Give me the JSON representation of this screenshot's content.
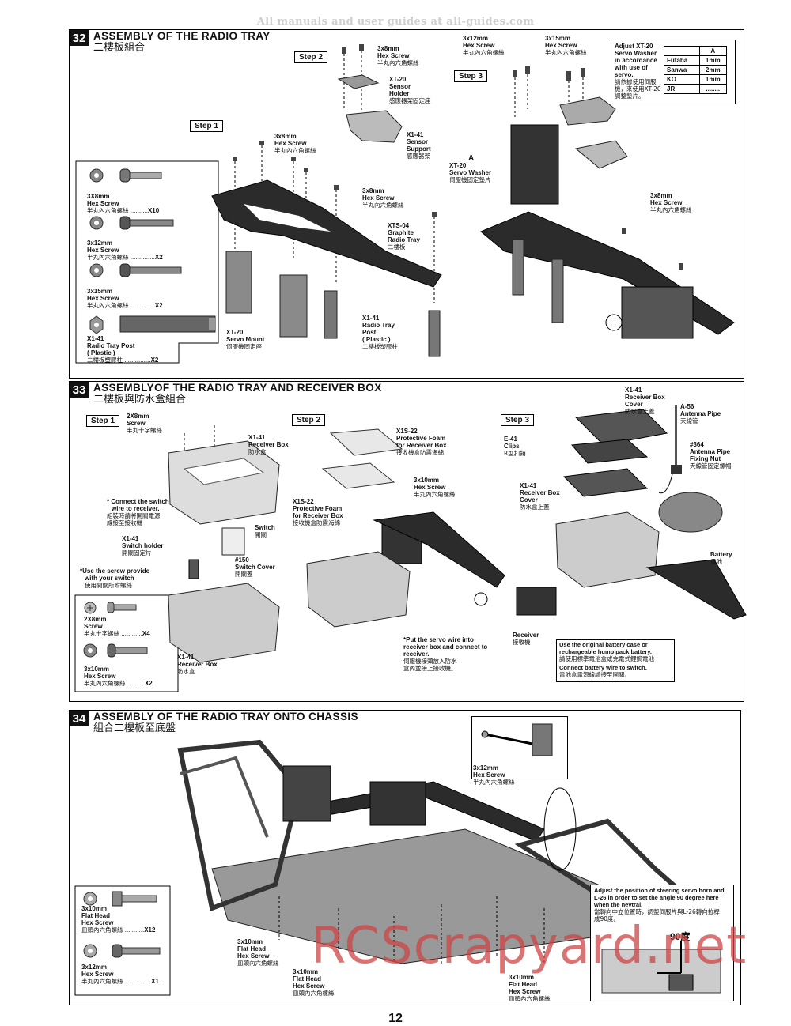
{
  "header": {
    "watermark": "All manuals and user guides at all-guides.com"
  },
  "s32": {
    "num": "32",
    "title": "ASSEMBLY OF THE RADIO TRAY",
    "title_cn": "二樓板組合",
    "step1": "Step 1",
    "step2": "Step 2",
    "step3": "Step 3",
    "parts": [
      {
        "name": "3X8mm",
        "type": "Hex Screw",
        "cn": "半丸內六角螺絲",
        "qty": "X10"
      },
      {
        "name": "3x12mm",
        "type": "Hex Screw",
        "cn": "半丸內六角螺絲",
        "qty": "X2"
      },
      {
        "name": "3x15mm",
        "type": "Hex Screw",
        "cn": "半丸內六角螺絲",
        "qty": "X2"
      },
      {
        "name": "X1-41",
        "type": "Radio Tray Post",
        "type2": "( Plastic )",
        "cn": "二樓板塑膠柱",
        "qty": "X2"
      }
    ],
    "l_hex1": {
      "a": "3x8mm",
      "b": "Hex Screw",
      "cn": "半丸內六角螺絲"
    },
    "l_hex2": {
      "a": "3x8mm",
      "b": "Hex Screw",
      "cn": "半丸內六角螺絲"
    },
    "l_hex3": {
      "a": "3x8mm",
      "b": "Hex Screw",
      "cn": "半丸內六角螺絲"
    },
    "l_hex4": {
      "a": "3x8mm",
      "b": "Hex Screw",
      "cn": "半丸內六角螺絲"
    },
    "l_hex12": {
      "a": "3x12mm",
      "b": "Hex Screw",
      "cn": "半丸內六角螺絲"
    },
    "l_hex15": {
      "a": "3x15mm",
      "b": "Hex Screw",
      "cn": "半丸內六角螺絲"
    },
    "l_sensor_holder": {
      "a": "XT-20",
      "b": "Sensor",
      "c": "Holder",
      "cn": "感應器架固定座"
    },
    "l_sensor_support": {
      "a": "X1-41",
      "b": "Sensor",
      "c": "Support",
      "cn": "感應器架"
    },
    "l_graphite": {
      "a": "XTS-04",
      "b": "Graphite",
      "c": "Radio Tray",
      "cn": "二樓板"
    },
    "l_post": {
      "a": "X1-41",
      "b": "Radio Tray",
      "c": "Post",
      "d": "( Plastic )",
      "cn": "二樓板塑膠柱"
    },
    "l_servo_mount": {
      "a": "XT-20",
      "b": "Servo Mount",
      "cn": "伺服機固定座"
    },
    "l_servo_washer": {
      "m": "A",
      "a": "XT-20",
      "b": "Servo Washer",
      "cn": "伺服機固定墊片"
    },
    "adjust": {
      "l1": "Adjust XT-20",
      "l2": "Servo Washer",
      "l3": "in accordance",
      "l4": "with use of",
      "l5": "servo.",
      "cn1": "請依據使用伺服",
      "cn2": "機，來使用XT-20",
      "cn3": "調整墊片。"
    },
    "table": {
      "head": "A",
      "rows": [
        [
          "Futaba",
          "1mm"
        ],
        [
          "Sanwa",
          "2mm"
        ],
        [
          "KO",
          "1mm"
        ],
        [
          "JR",
          "........"
        ]
      ]
    }
  },
  "s33": {
    "num": "33",
    "title": "ASSEMBLYOF THE RADIO TRAY AND RECEIVER BOX",
    "title_cn": "二樓板與防水盒組合",
    "step1": "Step 1",
    "step2": "Step 2",
    "step3": "Step 3",
    "parts": [
      {
        "name": "2X8mm",
        "type": "Screw",
        "cn": "半丸十字螺絲",
        "qty": "X4"
      },
      {
        "name": "3x10mm",
        "type": "Hex Screw",
        "cn": "半丸內六角螺絲",
        "qty": "X2"
      }
    ],
    "l_2x8": {
      "a": "2X8mm",
      "b": "Screw",
      "cn": "半丸十字螺絲"
    },
    "l_rbox1": {
      "a": "X1-41",
      "b": "Receiver Box",
      "cn": "防水盒"
    },
    "l_connect": {
      "a": "* Connect the switch",
      "b": "wire to receiver.",
      "cn1": "組裝時請將開關電源",
      "cn2": "線接至接收機"
    },
    "l_switch": {
      "a": "Switch",
      "cn": "開關"
    },
    "l_holder": {
      "a": "X1-41",
      "b": "Switch holder",
      "cn": "開關固定片"
    },
    "l_useScrew": {
      "a": "*Use the screw provide",
      "b": "with your switch",
      "cn": "使用開關所附螺絲"
    },
    "l_cover150": {
      "a": "#150",
      "b": "Switch Cover",
      "cn": "開關蓋"
    },
    "l_rbox2": {
      "a": "X1-41",
      "b": "Receiver Box",
      "cn": "防水盒"
    },
    "l_foam1": {
      "a": "X1S-22",
      "b": "Protective Foam",
      "c": "for Receiver Box",
      "cn": "接收機盒防震海綿"
    },
    "l_foam2": {
      "a": "X1S-22",
      "b": "Protective Foam",
      "c": "for Receiver Box",
      "cn": "接收機盒防震海綿"
    },
    "l_hex10": {
      "a": "3x10mm",
      "b": "Hex Screw",
      "cn": "半丸內六角螺絲"
    },
    "l_putservo": {
      "a": "*Put the servo wire into",
      "b": "receiver box and connect to",
      "c": "receiver.",
      "cn1": "伺服機接頭放入防水",
      "cn2": "盒內並接上接收機。"
    },
    "l_cover_top": {
      "a": "X1-41",
      "b": "Receiver Box",
      "c": "Cover",
      "cn": "防水盒上蓋"
    },
    "l_antenna": {
      "a": "A-56",
      "b": "Antenna Pipe",
      "cn": "天線管"
    },
    "l_clips": {
      "a": "E-41",
      "b": "Clips",
      "cn": "R型扣銷"
    },
    "l_nut": {
      "a": "#364",
      "b": "Antenna Pipe",
      "c": "Fixing Nut",
      "cn": "天線管固定螺帽"
    },
    "l_cover_bot": {
      "a": "X1-41",
      "b": "Receiver Box",
      "c": "Cover",
      "cn": "防水盒上蓋"
    },
    "l_battery": {
      "a": "Battery",
      "cn": "電池"
    },
    "l_receiver": {
      "a": "Receiver",
      "cn": "接收機"
    },
    "battery_note": {
      "l1": "Use the original battery case or",
      "l2": "rechargeable hump pack battery.",
      "cn1": "請使用標準電池盒或充電式鋰鋼電池",
      "l3": "Connect battery wire to switch.",
      "cn2": "電池盒電源線請接至開關。"
    }
  },
  "s34": {
    "num": "34",
    "title": "ASSEMBLY OF THE RADIO TRAY ONTO CHASSIS",
    "title_cn": "組合二樓板至底盤",
    "parts": [
      {
        "name": "3x10mm",
        "type": "Flat Head",
        "type2": "Hex Screw",
        "cn": "皿頭內六角螺絲",
        "qty": "X12"
      },
      {
        "name": "3x12mm",
        "type": "Hex Screw",
        "cn": "半丸內六角螺絲",
        "qty": "X1"
      }
    ],
    "l_hex12": {
      "a": "3x12mm",
      "b": "Hex Screw",
      "cn": "半丸內六角螺絲"
    },
    "l_flat1": {
      "a": "3x10mm",
      "b": "Flat Head",
      "c": "Hex Screw",
      "cn": "皿頭內六角螺絲"
    },
    "l_flat2": {
      "a": "3x10mm",
      "b": "Flat Head",
      "c": "Hex Screw",
      "cn": "皿頭內六角螺絲"
    },
    "l_flat3": {
      "a": "3x10mm",
      "b": "Flat Head",
      "c": "Hex Screw",
      "cn": "皿頭內六角螺絲"
    },
    "adjust_note": {
      "l1": "Adjust the position of steering servo horn and",
      "l2": "L-26 in order to set the angle 90 degree here",
      "l3": "when the nevtral.",
      "cn1": "當轉向中立位置時，調整伺服片與L-26轉向拉桿",
      "cn2": "成90度。"
    },
    "angle": "90度"
  },
  "footer": {
    "page": "12",
    "watermark": "RCScrapyard.net"
  }
}
